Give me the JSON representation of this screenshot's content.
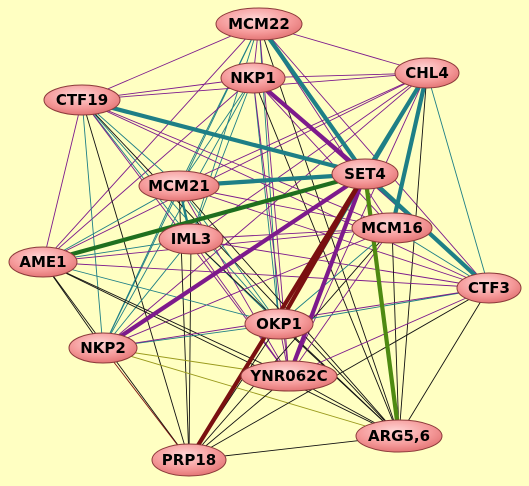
{
  "nodes": [
    {
      "id": "MCM22",
      "label": "MCM22"
    },
    {
      "id": "CHL4",
      "label": "CHL4"
    },
    {
      "id": "NKP1",
      "label": "NKP1"
    },
    {
      "id": "CTF19",
      "label": "CTF19"
    },
    {
      "id": "SET4",
      "label": "SET4"
    },
    {
      "id": "MCM21",
      "label": "MCM21"
    },
    {
      "id": "MCM16",
      "label": "MCM16"
    },
    {
      "id": "IML3",
      "label": "IML3"
    },
    {
      "id": "AME1",
      "label": "AME1"
    },
    {
      "id": "CTF3",
      "label": "CTF3"
    },
    {
      "id": "OKP1",
      "label": "OKP1"
    },
    {
      "id": "NKP2",
      "label": "NKP2"
    },
    {
      "id": "YNR062C",
      "label": "YNR062C"
    },
    {
      "id": "ARG5,6",
      "label": "ARG5,6"
    },
    {
      "id": "PRP18",
      "label": "PRP18"
    }
  ],
  "colors": {
    "background": "#ffffc2",
    "node_fill": "#f59a9a",
    "node_stroke": "#8b3a3a",
    "teal": "#1e7f86",
    "purple": "#7d1a8c",
    "green": "#4e8a12",
    "olive": "#9a9a1c",
    "black": "#111111",
    "maroon": "#7a1010",
    "dark_green": "#1f6f1f"
  },
  "edges": [
    [
      "MCM22",
      "SET4",
      "teal",
      "thick"
    ],
    [
      "CHL4",
      "SET4",
      "teal",
      "thick"
    ],
    [
      "CHL4",
      "MCM16",
      "teal",
      "thick"
    ],
    [
      "CHL4",
      "OKP1",
      "teal",
      "medium"
    ],
    [
      "CHL4",
      "CTF3",
      "teal",
      "thin"
    ],
    [
      "CTF19",
      "SET4",
      "teal",
      "thick"
    ],
    [
      "MCM21",
      "SET4",
      "teal",
      "thick"
    ],
    [
      "SET4",
      "CTF3",
      "teal",
      "thick"
    ],
    [
      "AME1",
      "SET4",
      "dark_green",
      "thick"
    ],
    [
      "NKP1",
      "SET4",
      "purple",
      "thick"
    ],
    [
      "NKP2",
      "SET4",
      "purple",
      "thick"
    ],
    [
      "YNR062C",
      "SET4",
      "purple",
      "thick"
    ],
    [
      "OKP1",
      "SET4",
      "maroon",
      "thick"
    ],
    [
      "PRP18",
      "SET4",
      "maroon",
      "thick"
    ],
    [
      "ARG5,6",
      "SET4",
      "green",
      "thick"
    ],
    [
      "MCM22",
      "NKP1",
      "purple",
      "thin"
    ],
    [
      "MCM22",
      "CHL4",
      "purple",
      "thin"
    ],
    [
      "MCM22",
      "CTF19",
      "purple",
      "thin"
    ],
    [
      "MCM22",
      "MCM21",
      "teal",
      "thin"
    ],
    [
      "MCM22",
      "IML3",
      "teal",
      "thin"
    ],
    [
      "MCM22",
      "MCM16",
      "purple",
      "thin"
    ],
    [
      "MCM22",
      "AME1",
      "purple",
      "thin"
    ],
    [
      "MCM22",
      "OKP1",
      "teal",
      "thin"
    ],
    [
      "MCM22",
      "YNR062C",
      "purple",
      "thin"
    ],
    [
      "MCM22",
      "ARG5,6",
      "black",
      "thin"
    ],
    [
      "MCM22",
      "CTF3",
      "purple",
      "thin"
    ],
    [
      "MCM22",
      "NKP2",
      "teal",
      "thin"
    ],
    [
      "NKP1",
      "CHL4",
      "purple",
      "thin"
    ],
    [
      "NKP1",
      "CTF19",
      "purple",
      "thin"
    ],
    [
      "NKP1",
      "MCM21",
      "teal",
      "thin"
    ],
    [
      "NKP1",
      "IML3",
      "teal",
      "thin"
    ],
    [
      "NKP1",
      "MCM16",
      "purple",
      "thin"
    ],
    [
      "NKP1",
      "OKP1",
      "teal",
      "thin"
    ],
    [
      "NKP1",
      "YNR062C",
      "purple",
      "thin"
    ],
    [
      "NKP1",
      "AME1",
      "purple",
      "thin"
    ],
    [
      "NKP1",
      "NKP2",
      "teal",
      "thin"
    ],
    [
      "NKP1",
      "ARG5,6",
      "black",
      "thin"
    ],
    [
      "NKP1",
      "CTF3",
      "purple",
      "thin"
    ],
    [
      "CHL4",
      "CTF19",
      "purple",
      "thin"
    ],
    [
      "CHL4",
      "MCM21",
      "purple",
      "thin"
    ],
    [
      "CHL4",
      "IML3",
      "purple",
      "thin"
    ],
    [
      "CHL4",
      "AME1",
      "purple",
      "thin"
    ],
    [
      "CHL4",
      "YNR062C",
      "purple",
      "thin"
    ],
    [
      "CHL4",
      "ARG5,6",
      "black",
      "thin"
    ],
    [
      "CHL4",
      "NKP2",
      "purple",
      "thin"
    ],
    [
      "CTF19",
      "MCM21",
      "teal",
      "thin"
    ],
    [
      "CTF19",
      "IML3",
      "teal",
      "thin"
    ],
    [
      "CTF19",
      "MCM16",
      "purple",
      "thin"
    ],
    [
      "CTF19",
      "AME1",
      "purple",
      "thin"
    ],
    [
      "CTF19",
      "OKP1",
      "teal",
      "thin"
    ],
    [
      "CTF19",
      "NKP2",
      "teal",
      "thin"
    ],
    [
      "CTF19",
      "YNR062C",
      "purple",
      "thin"
    ],
    [
      "CTF19",
      "CTF3",
      "purple",
      "thin"
    ],
    [
      "CTF19",
      "PRP18",
      "black",
      "thin"
    ],
    [
      "CTF19",
      "ARG5,6",
      "black",
      "thin"
    ],
    [
      "MCM21",
      "IML3",
      "teal",
      "medium"
    ],
    [
      "MCM21",
      "MCM16",
      "purple",
      "thin"
    ],
    [
      "MCM21",
      "AME1",
      "teal",
      "thin"
    ],
    [
      "MCM21",
      "OKP1",
      "teal",
      "thin"
    ],
    [
      "MCM21",
      "NKP2",
      "teal",
      "thin"
    ],
    [
      "MCM21",
      "YNR062C",
      "purple",
      "thin"
    ],
    [
      "MCM21",
      "CTF3",
      "purple",
      "thin"
    ],
    [
      "MCM21",
      "PRP18",
      "black",
      "thin"
    ],
    [
      "MCM21",
      "ARG5,6",
      "black",
      "thin"
    ],
    [
      "IML3",
      "MCM16",
      "purple",
      "thin"
    ],
    [
      "IML3",
      "AME1",
      "teal",
      "thin"
    ],
    [
      "IML3",
      "OKP1",
      "teal",
      "thin"
    ],
    [
      "IML3",
      "NKP2",
      "teal",
      "thin"
    ],
    [
      "IML3",
      "YNR062C",
      "purple",
      "thin"
    ],
    [
      "IML3",
      "CTF3",
      "purple",
      "thin"
    ],
    [
      "IML3",
      "PRP18",
      "black",
      "thin"
    ],
    [
      "IML3",
      "ARG5,6",
      "black",
      "thin"
    ],
    [
      "MCM16",
      "AME1",
      "purple",
      "thin"
    ],
    [
      "MCM16",
      "OKP1",
      "teal",
      "thin"
    ],
    [
      "MCM16",
      "NKP2",
      "purple",
      "thin"
    ],
    [
      "MCM16",
      "YNR062C",
      "purple",
      "thin"
    ],
    [
      "MCM16",
      "CTF3",
      "teal",
      "thin"
    ],
    [
      "MCM16",
      "ARG5,6",
      "black",
      "thin"
    ],
    [
      "MCM16",
      "PRP18",
      "black",
      "thin"
    ],
    [
      "AME1",
      "OKP1",
      "teal",
      "thin"
    ],
    [
      "AME1",
      "NKP2",
      "black",
      "thin"
    ],
    [
      "AME1",
      "YNR062C",
      "black",
      "thin"
    ],
    [
      "AME1",
      "CTF3",
      "purple",
      "thin"
    ],
    [
      "AME1",
      "PRP18",
      "black",
      "thin"
    ],
    [
      "AME1",
      "ARG5,6",
      "black",
      "thin"
    ],
    [
      "OKP1",
      "NKP2",
      "teal",
      "thin"
    ],
    [
      "OKP1",
      "YNR062C",
      "purple",
      "thin"
    ],
    [
      "OKP1",
      "CTF3",
      "teal",
      "thin"
    ],
    [
      "OKP1",
      "ARG5,6",
      "black",
      "thin"
    ],
    [
      "OKP1",
      "PRP18",
      "black",
      "thin"
    ],
    [
      "NKP2",
      "YNR062C",
      "olive",
      "thin"
    ],
    [
      "NKP2",
      "PRP18",
      "maroon",
      "thin"
    ],
    [
      "NKP2",
      "ARG5,6",
      "olive",
      "thin"
    ],
    [
      "NKP2",
      "CTF3",
      "purple",
      "thin"
    ],
    [
      "YNR062C",
      "CTF3",
      "purple",
      "thin"
    ],
    [
      "YNR062C",
      "ARG5,6",
      "black",
      "thin"
    ],
    [
      "YNR062C",
      "PRP18",
      "black",
      "thin"
    ],
    [
      "PRP18",
      "ARG5,6",
      "black",
      "thin"
    ],
    [
      "ARG5,6",
      "CTF3",
      "black",
      "thin"
    ],
    [
      "PRP18",
      "CTF3",
      "black",
      "thin"
    ]
  ]
}
